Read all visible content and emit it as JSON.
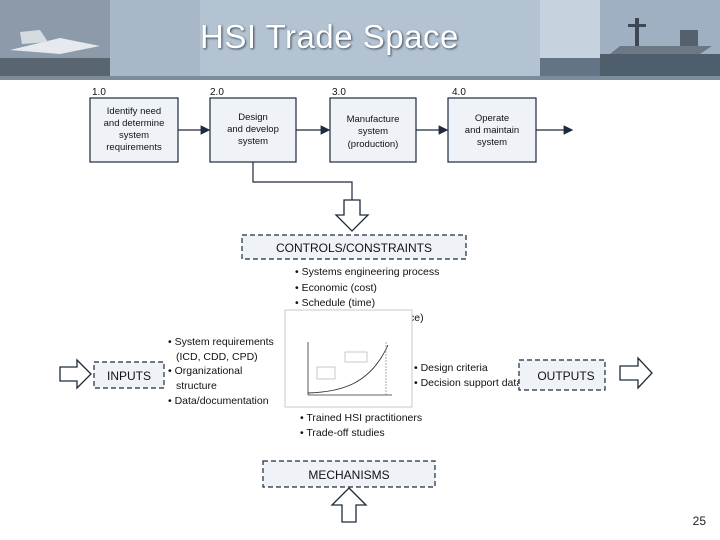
{
  "slide": {
    "title": "HSI Trade Space",
    "page_number": "25"
  },
  "process": {
    "steps": [
      {
        "number": "1.0",
        "lines": [
          "Identify need",
          "and determine",
          "system",
          "requirements"
        ]
      },
      {
        "number": "2.0",
        "lines": [
          "Design",
          "and develop",
          "system"
        ]
      },
      {
        "number": "3.0",
        "lines": [
          "Manufacture",
          "system",
          "(production)"
        ]
      },
      {
        "number": "4.0",
        "lines": [
          "Operate",
          "and maintain",
          "system"
        ]
      }
    ]
  },
  "controls": {
    "label": "CONTROLS/CONSTRAINTS",
    "items": [
      "• Systems engineering process",
      "• Economic (cost)",
      "• Schedule (time)",
      "ce)"
    ]
  },
  "inputs": {
    "label": "INPUTS",
    "items": [
      "• System requirements",
      "(ICD, CDD, CPD)",
      "• Organizational",
      "structure",
      "• Data/documentation"
    ]
  },
  "outputs": {
    "label": "OUTPUTS",
    "items": [
      "• Design criteria",
      "• Decision support data"
    ]
  },
  "mechanisms": {
    "label": "MECHANISMS",
    "items": [
      "• Trained HSI practitioners",
      "• Trade-off studies"
    ]
  },
  "colors": {
    "box_fill": "#eff3f8",
    "stroke": "#1c2a3c",
    "arrow_fill": "#ffffff"
  }
}
